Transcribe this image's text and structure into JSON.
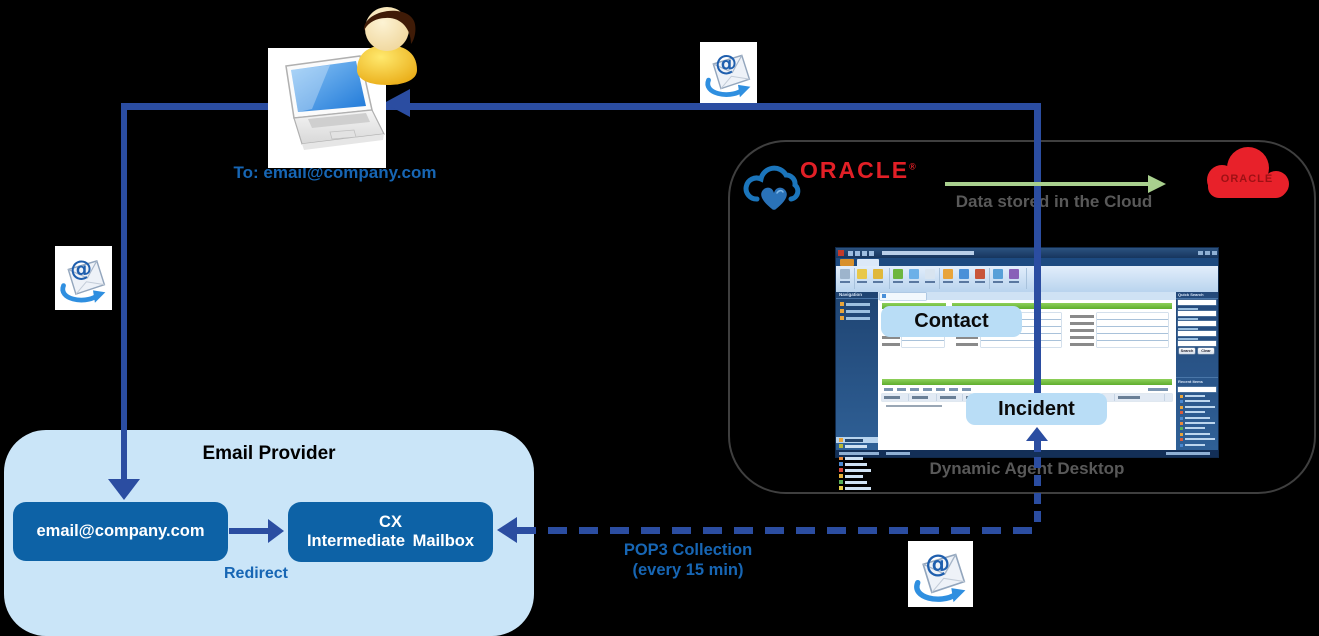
{
  "labels": {
    "to_email": "To: email@company.com",
    "pop3_line1": "POP3 Collection",
    "pop3_line2": "(every 15 min)",
    "redirect": "Redirect",
    "data_stored": "Data stored in the Cloud",
    "desktop_caption": "Dynamic Agent Desktop"
  },
  "email_provider": {
    "title": "Email Provider",
    "mailbox_address": "email@company.com",
    "cx_mailbox_line1": "CX",
    "cx_mailbox_line2": "Intermediate Mailbox"
  },
  "oracle": {
    "wordmark": "ORACLE",
    "registered": "®",
    "cloud_text": "ORACLE"
  },
  "agent_desktop": {
    "contact_overlay": "Contact",
    "incident_overlay": "Incident",
    "nav_title": "Navigation",
    "quick_search_title": "Quick Search",
    "recent_items_title": "Recent Items",
    "search_button": "Search",
    "clear_button": "Clear"
  },
  "colors": {
    "background": "#000000",
    "flow_line_blue": "#2b4da1",
    "label_blue": "#1766b4",
    "mailbox_box_blue": "#0d62a6",
    "provider_panel_blue": "#cae5f8",
    "overlay_pill_blue": "#b9ddf6",
    "oracle_red": "#e21f26",
    "green_arrow": "#a9d08e",
    "caption_gray": "#595959",
    "container_border_gray": "#3f3f3f"
  }
}
